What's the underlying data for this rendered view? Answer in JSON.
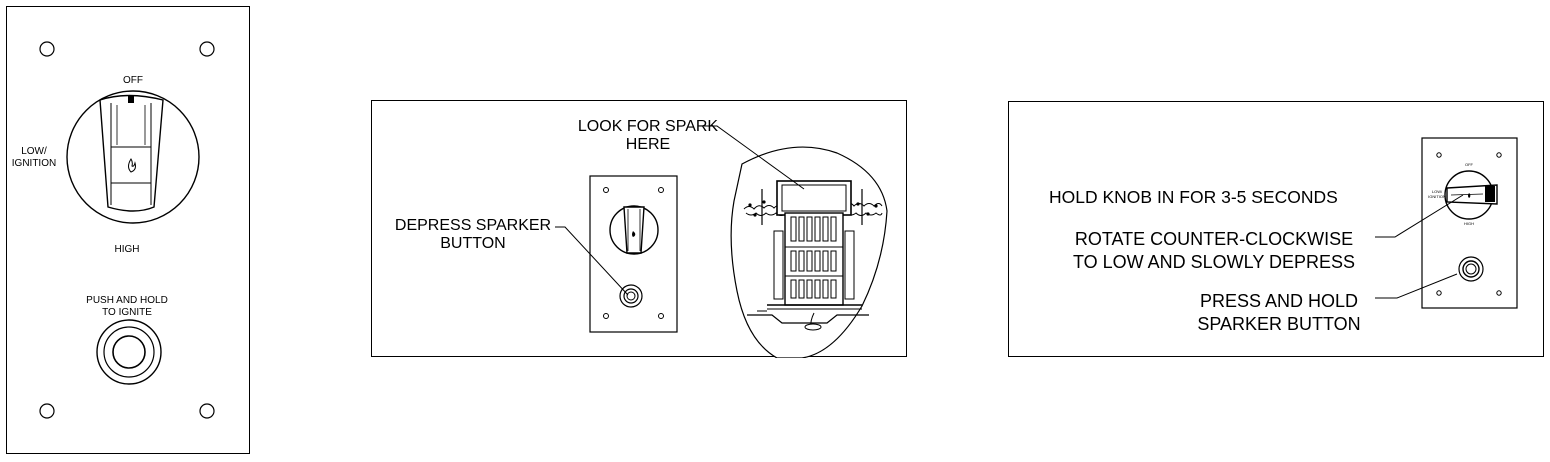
{
  "control_panel": {
    "off_label": "OFF",
    "low_label": "LOW/\nIGNITION",
    "high_label": "HIGH",
    "push_label": "PUSH AND HOLD\nTO IGNITE"
  },
  "spark_panel": {
    "look_label": "LOOK FOR SPARK\nHERE",
    "depress_label": "DEPRESS SPARKER\nBUTTON"
  },
  "instruction_panel": {
    "hold_label": "HOLD KNOB IN FOR 3-5 SECONDS",
    "rotate_label": "ROTATE COUNTER-CLOCKWISE\nTO LOW AND SLOWLY DEPRESS",
    "press_label": "PRESS AND HOLD\nSPARKER BUTTON",
    "mini_off": "OFF",
    "mini_low": "LOW/\nIGNITION",
    "mini_high": "HIGH"
  }
}
